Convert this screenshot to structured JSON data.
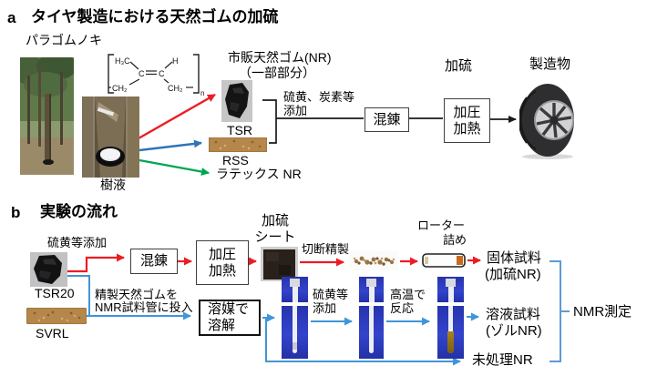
{
  "colors": {
    "arrow_red": "#ed1c24",
    "arrow_blue_dark": "#2e75b6",
    "arrow_blue_light": "#3f96d8",
    "bracket_blue": "#5b9bd5",
    "arrow_green": "#00a650",
    "flow_black": "#1a1a1a",
    "tube_photo_blue": "#2d3ac0"
  },
  "panel_a": {
    "label": "a",
    "title": "タイヤ製造における天然ゴムの加硫",
    "para_tree": "パラゴムノキ",
    "sap": "樹液",
    "formula": {
      "h3c": "H₃C",
      "c_left": "C",
      "c_right": "C",
      "h": "H",
      "ch2_left": "CH₂",
      "ch2_right": "CH₂",
      "n": "n"
    },
    "commercial_nr": {
      "line1": "市販天然ゴム(NR)",
      "line2": "（一部部分）"
    },
    "tsr": "TSR",
    "rss": "RSS",
    "latex_nr": "ラテックス NR",
    "additives": {
      "line1": "硫黄、炭素等",
      "line2": "添加"
    },
    "mixing": "混錬",
    "vulcanization": "加硫",
    "press": {
      "line1": "加圧",
      "line2": "加熱"
    },
    "product": "製造物"
  },
  "panel_b": {
    "label": "b",
    "title": "実験の流れ",
    "sulfur_addition": "硫黄等添加",
    "tsr20": "TSR20",
    "svrl": "SVRL",
    "mixing": "混錬",
    "press": {
      "line1": "加圧",
      "line2": "加熱"
    },
    "vulcanized_sheet": {
      "line1": "加硫",
      "line2": "シート"
    },
    "cutting": "切断精製",
    "rotor_packing": {
      "line1": "ローター",
      "line2": "詰め"
    },
    "solid_sample": {
      "line1": "固体試料",
      "line2": "(加硫NR)"
    },
    "purified_note": {
      "line1": "精製天然ゴムを",
      "line2": "NMR試料管に投入"
    },
    "dissolve": {
      "line1": "溶媒で",
      "line2": "溶解"
    },
    "sulfur_addition2": {
      "line1": "硫黄等",
      "line2": "添加"
    },
    "high_temp": {
      "line1": "高温で",
      "line2": "反応"
    },
    "solution_sample": {
      "line1": "溶液試料",
      "line2": "(ゾルNR)"
    },
    "untreated": "未処理NR",
    "nmr": "NMR測定"
  }
}
